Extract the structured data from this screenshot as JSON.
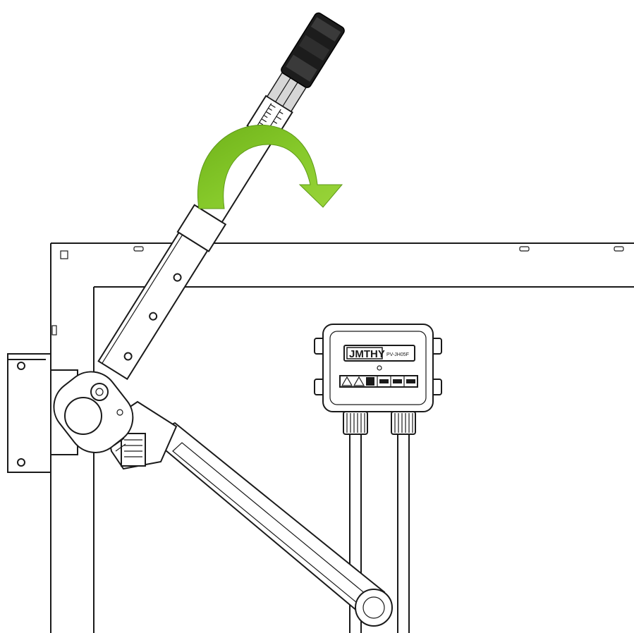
{
  "junction_box": {
    "brand": "JMTHY",
    "model": "PV-JH05F"
  },
  "colors": {
    "arrow": "#7cbf1d",
    "line": "#1a1a1a",
    "background": "#ffffff"
  },
  "icons": {
    "rotation": "clockwise-curved-arrow"
  }
}
